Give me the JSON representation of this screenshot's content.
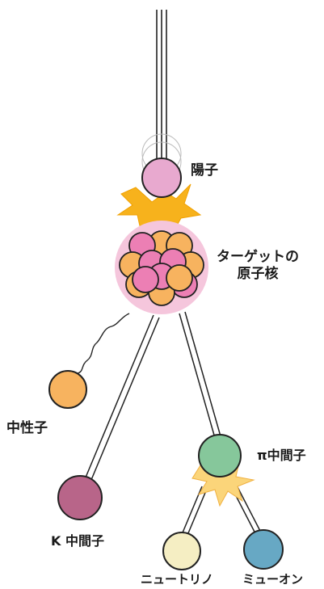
{
  "labels": {
    "proton": "陽子",
    "target_line1": "ターゲットの",
    "target_line2": "原子核",
    "neutron": "中性子",
    "pion": "π中間子",
    "kaon": "K 中間子",
    "neutrino": "ニュートリノ",
    "muon": "ミューオン"
  },
  "colors": {
    "proton": "#e8a9cf",
    "nucleus_glow": "#f5c6dc",
    "nucleon_pink": "#ec7fb4",
    "nucleon_orange": "#f7b35f",
    "burst": "#f7b21c",
    "burst_light": "#fbd57a",
    "neutron": "#f7b35f",
    "kaon": "#b86589",
    "pion": "#86c79b",
    "neutrino": "#f5eec3",
    "muon": "#67a8c4"
  }
}
